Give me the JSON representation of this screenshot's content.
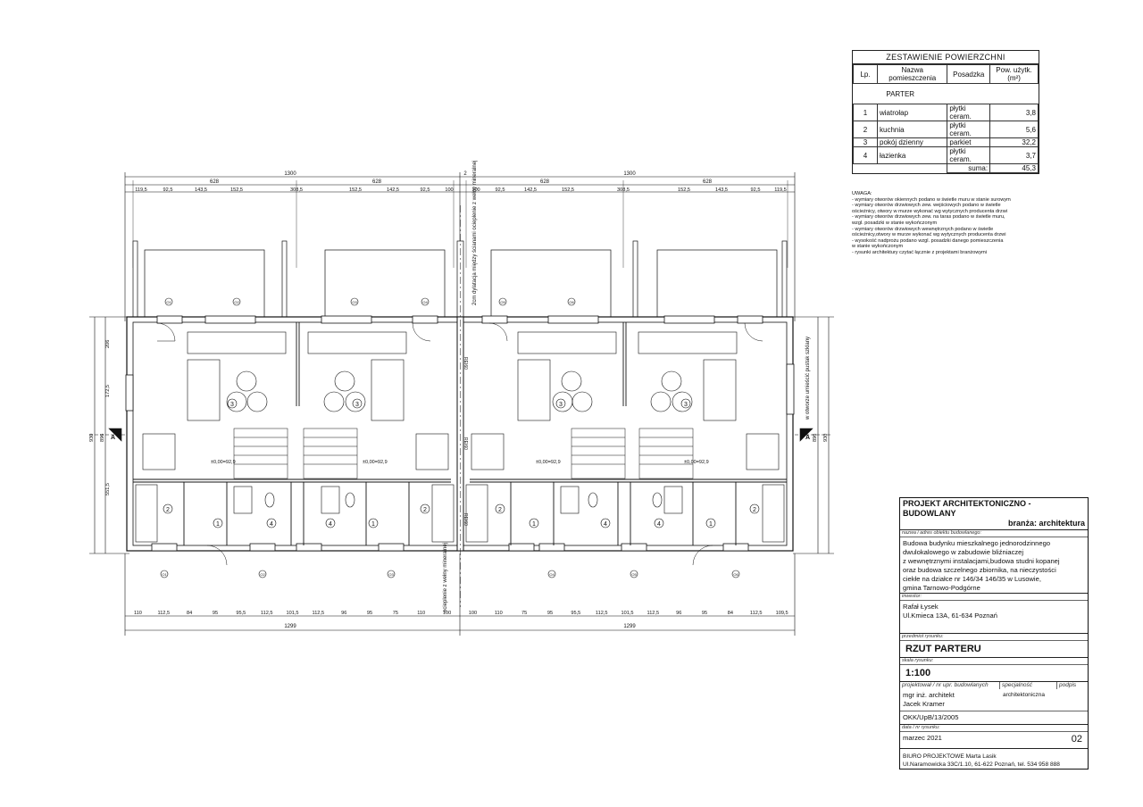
{
  "area_table": {
    "title": "ZESTAWIENIE POWIERZCHNI",
    "headers": [
      "Lp.",
      "Nazwa pomieszczenia",
      "Posadzka",
      "Pow. użytk. (m²)"
    ],
    "section": "PARTER",
    "rows": [
      {
        "lp": "1",
        "name": "wiatrołap",
        "floor": "płytki ceram.",
        "area": "3,8"
      },
      {
        "lp": "2",
        "name": "kuchnia",
        "floor": "płytki ceram.",
        "area": "5,6"
      },
      {
        "lp": "3",
        "name": "pokój dzienny",
        "floor": "parkiet",
        "area": "32,2"
      },
      {
        "lp": "4",
        "name": "łazienka",
        "floor": "płytki ceram.",
        "area": "3,7"
      }
    ],
    "sum_label": "suma:",
    "sum_value": "45,3"
  },
  "notes": {
    "title": "UWAGA:",
    "lines": [
      "- wymiary otworów okiennych podano w świetle muru w stanie surowym",
      "- wymiary otworów drzwiowych zew. wejściowych podano w świetle",
      "  ościeżnicy, otwory w murze wykonać wg wytycznych producenta drzwi",
      "- wymiary otworów drzwiowych zew. na taras podano w świetle muru,",
      "  wzgl. posadzki w stanie wykończonym",
      "- wymiary otworów drzwiowych wewnętrznych podano w świetle",
      "  ościeżnicy,otwory w murze wykonać wg wytycznych producenta drzwi",
      "- wysokość nadprożu podano wzgl. posadzki danego pomieszczenia",
      "  w stanie wykończonym",
      "- rysunki architektury czytać łącznie z projektami branżowymi"
    ]
  },
  "title_block": {
    "project": "PROJEKT ARCHITEKTONICZNO - BUDOWLANY",
    "branch": "branża: architektura",
    "name_caption": "nazwa i adres obiektu budowlanego:",
    "name_lines": [
      "Budowa budynku mieszkalnego jednorodzinnego",
      "dwulokalowego w zabudowie bliźniaczej",
      "z wewnętrznymi instalacjami,budowa studni kopanej",
      "oraz budowa szczelnego zbiornika, na nieczystości",
      "ciekłe na działce nr 146/34 146/35 w Lusowie,",
      "gmina Tarnowo-Podgórne"
    ],
    "investor_caption": "inwestor:",
    "investor_lines": [
      "Rafał Łysek",
      "Ul.Kmieca 13A, 61-634 Poznań"
    ],
    "subject_caption": "przedmiot rysunku:",
    "subject": "RZUT PARTERU",
    "scale_caption": "skala rysunku:",
    "scale": "1:100",
    "designer_caption": "projektował / nr upr. budowlanych",
    "speciality_caption": "specjalność",
    "signature_caption": "podpis",
    "designer_lines": [
      "mgr inż. architekt",
      "Jacek Kramer"
    ],
    "speciality": "architektoniczna",
    "license": "OKK/UpB/13/2005",
    "date_caption": "data / nr rysunku:",
    "date": "marzec 2021",
    "sheet": "02",
    "office_lines": [
      "BIURO PROJEKTOWE Marta Lasik",
      "Ul.Naramowicka 33C/1.10, 61-622 Poznań, tel. 534 958 888"
    ]
  },
  "plan": {
    "dims_top_total": [
      "1300",
      "2",
      "1300"
    ],
    "dims_top_half": [
      "628",
      "628",
      "628",
      "628"
    ],
    "dims_top_detail_left": [
      "119,5",
      "92,5",
      "143,5",
      "152,5",
      "308,5",
      "152,5",
      "142,5",
      "92,5",
      "100"
    ],
    "dims_top_detail_right": [
      "100",
      "92,5",
      "142,5",
      "152,5",
      "308,5",
      "152,5",
      "143,5",
      "92,5",
      "119,5"
    ],
    "dims_bottom_detail": [
      "110",
      "112,5",
      "84",
      "95",
      "95,5",
      "112,5",
      "101,5",
      "112,5",
      "96",
      "95",
      "75",
      "110",
      "100",
      "100",
      "110",
      "75",
      "95",
      "95,5",
      "112,5",
      "101,5",
      "112,5",
      "96",
      "95",
      "84",
      "112,5",
      "109,5"
    ],
    "dims_bottom_total": [
      "1299",
      "1299"
    ],
    "dims_left": [
      "206",
      "172,5",
      "551,5",
      "930",
      "896"
    ],
    "dims_right": [
      "896",
      "930"
    ],
    "room_tags": [
      "1",
      "2",
      "3",
      "4"
    ],
    "level_mark": "±0,00=92,9",
    "section_mark": "A",
    "note_left": "2cm dylatacja między ścianami ocieplenie z wełny mineralnej",
    "note_bottom": "ocieplenie z wełny mineralnej",
    "note_right": "w otworze umieścić pustak szklany",
    "rei_label": "REI60",
    "window_marks": [
      "O1",
      "O2",
      "O3",
      "O4",
      "O5",
      "O6"
    ]
  }
}
